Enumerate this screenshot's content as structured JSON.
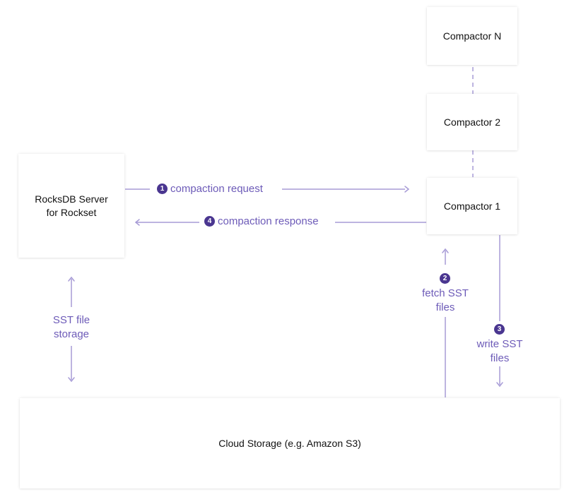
{
  "colors": {
    "line": "#a79bd6",
    "label": "#6d5bb8",
    "badge": "#4a3690",
    "box_text": "#111111"
  },
  "nodes": {
    "compactor_n": "Compactor N",
    "compactor_2": "Compactor 2",
    "compactor_1": "Compactor 1",
    "rocksdb_line1": "RocksDB Server",
    "rocksdb_line2": "for Rockset",
    "cloud_storage": "Cloud Storage (e.g. Amazon S3)"
  },
  "edges": {
    "compaction_request": {
      "step": "1",
      "label": "compaction request"
    },
    "compaction_response": {
      "step": "4",
      "label": "compaction response"
    },
    "fetch_sst": {
      "step": "2",
      "label_line1": "fetch SST",
      "label_line2": "files"
    },
    "write_sst": {
      "step": "3",
      "label_line1": "write SST",
      "label_line2": "files"
    },
    "sst_storage": {
      "label_line1": "SST file",
      "label_line2": "storage"
    }
  }
}
